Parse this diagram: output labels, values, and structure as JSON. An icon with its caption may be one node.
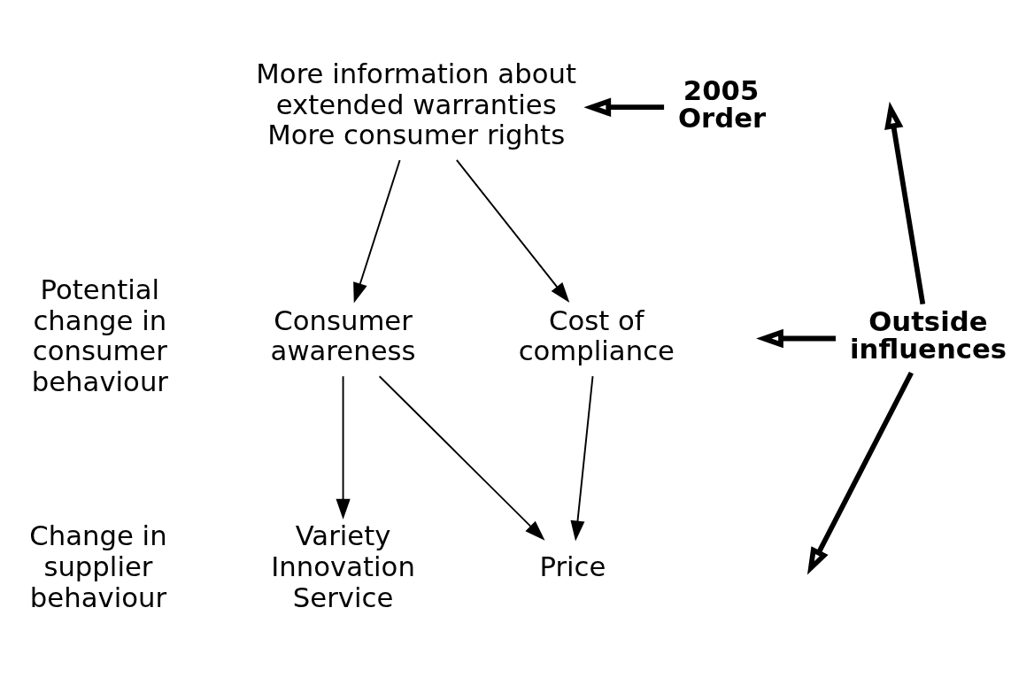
{
  "diagram": {
    "nodes": [
      {
        "text": [
          "More information about extended warranties",
          "More consumer rights"
        ]
      },
      {
        "text": [
          "Consumer awareness"
        ]
      },
      {
        "text": [
          "Cost of compliance"
        ]
      },
      {
        "text": [
          "Variety Innovation Service"
        ]
      },
      {
        "text": [
          "Price"
        ]
      },
      {
        "text": [
          "2005 Order"
        ]
      },
      {
        "text": [
          "Outside influences"
        ]
      }
    ],
    "edges": [
      {
        "from": 0,
        "to": 1,
        "arrow": "to"
      },
      {
        "from": 0,
        "to": 2,
        "arrow": "to"
      },
      {
        "from": 1,
        "to": 3,
        "arrow": "to"
      },
      {
        "from": 1,
        "to": 4,
        "arrow": "to"
      },
      {
        "from": 2,
        "to": 4,
        "arrow": "to"
      },
      {
        "from": 5,
        "to": 0,
        "arrow": "to",
        "style": "thick"
      },
      {
        "from": 6,
        "to": null,
        "arrow": "to",
        "style": "thick"
      },
      {
        "from": 6,
        "to": null,
        "arrow": "to",
        "style": "thick"
      },
      {
        "from": 6,
        "to": null,
        "arrow": "to",
        "style": "thick"
      }
    ],
    "labels": [
      "Potential change in consumer behaviour",
      "Change in supplier behaviour"
    ]
  }
}
